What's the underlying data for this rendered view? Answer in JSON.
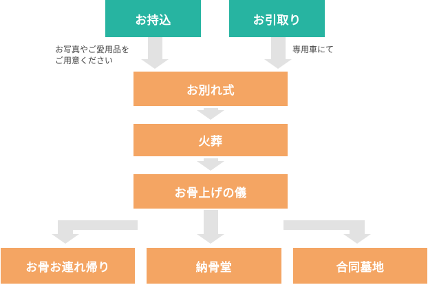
{
  "colors": {
    "teal": "#27b4a1",
    "orange": "#f4a563",
    "connector": "#e2e2e2",
    "note_text": "#444444"
  },
  "sources": {
    "bring_in": "お持込",
    "pick_up": "お引取り"
  },
  "notes": {
    "bring_in_line1": "お写真やご愛用品を",
    "bring_in_line2": "ご用意ください",
    "pick_up": "専用車にて"
  },
  "steps": {
    "farewell": "お別れ式",
    "cremation": "火葬",
    "bone_collection": "お骨上げの儀"
  },
  "outcomes": {
    "take_home": "お骨お連れ帰り",
    "ossuary": "納骨堂",
    "shared_grave": "合同墓地"
  }
}
